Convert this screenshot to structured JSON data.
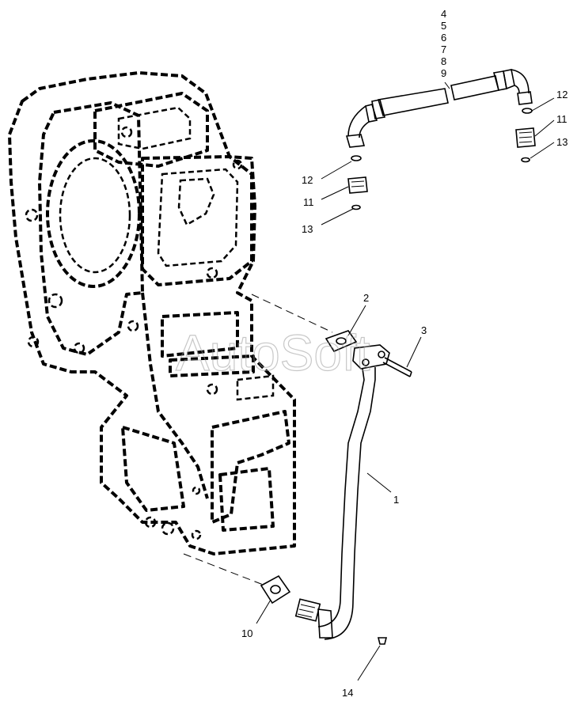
{
  "watermark": "AutoSoft",
  "callouts": {
    "c1": "1",
    "c2": "2",
    "c3": "3",
    "c4": "4",
    "c5": "5",
    "c6": "6",
    "c7": "7",
    "c8": "8",
    "c9": "9",
    "c10": "10",
    "c11_left": "11",
    "c11_right": "11",
    "c12_left": "12",
    "c12_right": "12",
    "c13_left": "13",
    "c13_right": "13",
    "c14": "14"
  }
}
